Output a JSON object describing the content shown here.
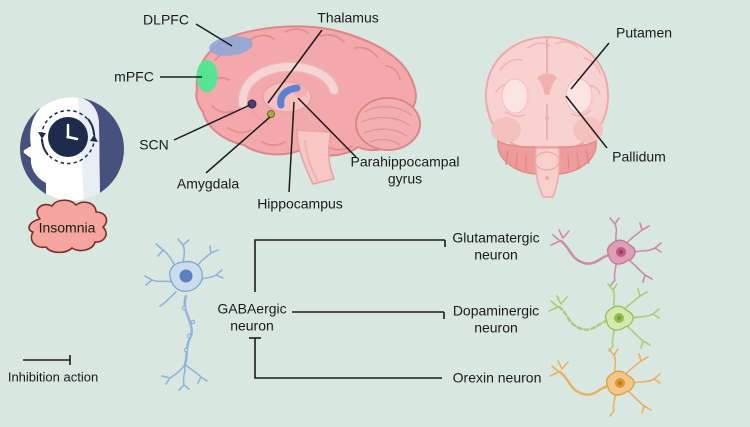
{
  "figure": {
    "type": "scientific-diagram",
    "topic": "Insomnia-related brain regions and neuron interactions",
    "background_color": "#d8e8e0"
  },
  "insomnia": {
    "label": "Insomnia",
    "cloud_fill": "#f4a59e",
    "cloud_stroke": "#7c2f2a"
  },
  "legend": {
    "inhibition": "Inhibition action"
  },
  "sagittal": {
    "dlpfc": "DLPFC",
    "mpfc": "mPFC",
    "thalamus": "Thalamus",
    "scn": "SCN",
    "amygdala": "Amygdala",
    "hippocampus": "Hippocampus",
    "parahippocampal_line1": "Parahippocampal",
    "parahippocampal_line2": "gyrus"
  },
  "coronal": {
    "putamen": "Putamen",
    "pallidum": "Pallidum"
  },
  "neurons": {
    "gaba_line1": "GABAergic",
    "gaba_line2": "neuron",
    "glut_line1": "Glutamatergic",
    "glut_line2": "neuron",
    "dopa_line1": "Dopaminergic",
    "dopa_line2": "neuron",
    "orexin": "Orexin neuron"
  },
  "marker_colors": {
    "dlpfc": "#8fa7d7",
    "mpfc": "#55e493",
    "scn": "#4b3d7a",
    "amygdala": "#a3ad46",
    "hippocampus": "#5c80d4"
  },
  "neuron_colors": {
    "gabaergic": "#cadded",
    "glutamatergic": "#dc9fb5",
    "dopaminergic": "#d6e9ac",
    "orexin": "#f3c78a"
  },
  "connections": [
    {
      "from": "GABAergic neuron",
      "to": "Glutamatergic neuron",
      "type": "inhibition"
    },
    {
      "from": "GABAergic neuron",
      "to": "Dopaminergic neuron",
      "type": "inhibition"
    },
    {
      "from": "Orexin neuron",
      "to": "GABAergic neuron",
      "type": "inhibition"
    }
  ]
}
